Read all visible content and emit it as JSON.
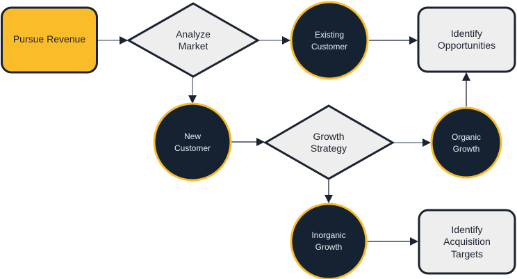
{
  "diagram": {
    "colors": {
      "primary_fill": "#FBBC2A",
      "neutral_fill": "#EEEEEE",
      "dark_fill": "#142232",
      "outline": "#1b2230",
      "circle_ring": "#FBBC2A",
      "connector": "#1b2230"
    },
    "nodes": {
      "pursue_revenue": {
        "label": "Pursue Revenue",
        "shape": "rounded-rect"
      },
      "analyze_market": {
        "line1": "Analyze",
        "line2": "Market",
        "shape": "diamond"
      },
      "existing_customer": {
        "line1": "Existing",
        "line2": "Customer",
        "shape": "circle"
      },
      "identify_opportunities": {
        "line1": "Identify",
        "line2": "Opportunities",
        "shape": "rounded-rect"
      },
      "new_customer": {
        "line1": "New",
        "line2": "Customer",
        "shape": "circle"
      },
      "growth_strategy": {
        "line1": "Growth",
        "line2": "Strategy",
        "shape": "diamond"
      },
      "organic_growth": {
        "line1": "Organic",
        "line2": "Growth",
        "shape": "circle"
      },
      "inorganic_growth": {
        "line1": "Inorganic",
        "line2": "Growth",
        "shape": "circle"
      },
      "identify_acquisition_targets": {
        "line1": "Identify",
        "line2": "Acquisition",
        "line3": "Targets",
        "shape": "rounded-rect"
      }
    },
    "edges": [
      {
        "from": "pursue_revenue",
        "to": "analyze_market"
      },
      {
        "from": "analyze_market",
        "to": "existing_customer"
      },
      {
        "from": "analyze_market",
        "to": "new_customer"
      },
      {
        "from": "existing_customer",
        "to": "identify_opportunities"
      },
      {
        "from": "new_customer",
        "to": "growth_strategy"
      },
      {
        "from": "growth_strategy",
        "to": "organic_growth"
      },
      {
        "from": "growth_strategy",
        "to": "inorganic_growth"
      },
      {
        "from": "organic_growth",
        "to": "identify_opportunities"
      },
      {
        "from": "inorganic_growth",
        "to": "identify_acquisition_targets"
      }
    ]
  }
}
